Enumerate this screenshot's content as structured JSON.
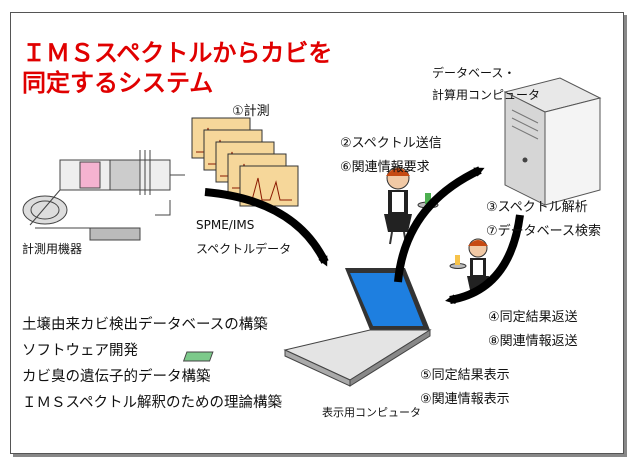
{
  "title": {
    "line1": "ＩＭＳスペクトルからカビを",
    "line2": "同定するシステム"
  },
  "labels": {
    "measurement_device": "計測用機器",
    "spectrum_data_1": "SPME/IMS",
    "spectrum_data_2": "スペクトルデータ",
    "database_computer_1": "データベース・",
    "database_computer_2": "計算用コンピュータ",
    "display_computer": "表示用コンピュータ"
  },
  "steps": {
    "s1": "①計測",
    "s2": "②スペクトル送信",
    "s6": "⑥関連情報要求",
    "s3": "③スペクトル解析",
    "s7": "⑦データベース検索",
    "s4": "④同定結果返送",
    "s8": "⑧関連情報返送",
    "s5": "⑤同定結果表示",
    "s9": "⑨関連情報表示"
  },
  "goals": [
    "土壌由来カビ検出データベースの構築",
    "ソフトウェア開発",
    "カビ臭の遺伝子的データ構築",
    "ＩＭＳスペクトル解釈のための理論構築"
  ],
  "colors": {
    "title": "#e00000",
    "spectrum_card": "#f6d79a",
    "spectrum_line": "#8b1a00",
    "laptop_screen": "#1e7fe0",
    "arrow": "#000000"
  },
  "icons": [
    "ims-device-icon",
    "spectrum-chart-icon",
    "server-icon",
    "laptop-icon",
    "waitress-icon"
  ]
}
